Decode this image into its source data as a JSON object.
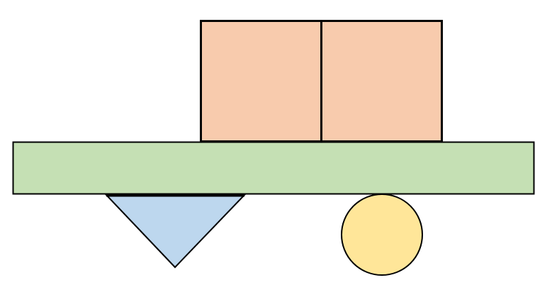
{
  "diagram": {
    "background": "#ffffff",
    "stroke": "#000000",
    "shapes": {
      "box_left": {
        "kind": "rectangle",
        "fill": "#f8cbad"
      },
      "box_right": {
        "kind": "rectangle",
        "fill": "#f8cbad"
      },
      "beam": {
        "kind": "rectangle",
        "fill": "#c5e0b4"
      },
      "triangle_support": {
        "kind": "triangle",
        "fill": "#bdd7ee"
      },
      "circle_support": {
        "kind": "circle",
        "fill": "#ffe699"
      }
    }
  }
}
